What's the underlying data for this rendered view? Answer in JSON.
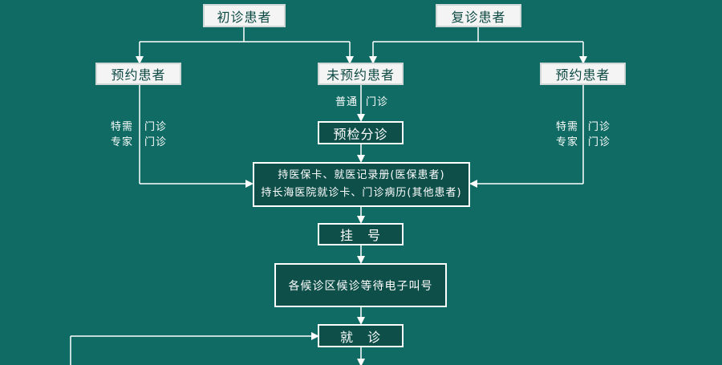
{
  "nodes": {
    "initial_patients": "初诊患者",
    "return_patients": "复诊患者",
    "appointment_left": "预约患者",
    "no_appointment": "未预约患者",
    "appointment_right": "预约患者",
    "pre_check_triage": "预检分诊",
    "documents_line1": "持医保卡、就医记录册(医保患者)",
    "documents_line2": "持长海医院就诊卡、门诊病历(其他患者)",
    "registration": "挂　号",
    "wait_call": "各候诊区候诊等待电子叫号",
    "consultation": "就　诊"
  },
  "labels": {
    "left_special": "特需",
    "left_special_clinic": "门诊",
    "left_expert": "专家",
    "left_expert_clinic": "门诊",
    "mid_regular": "普通",
    "mid_regular_clinic": "门诊",
    "right_special": "特需",
    "right_special_clinic": "门诊",
    "right_expert": "专家",
    "right_expert_clinic": "门诊"
  },
  "colors": {
    "background": "#0f6b63",
    "box_light": "#f4f4f4",
    "box_dark": "#0e4f49",
    "line": "#ffffff"
  }
}
